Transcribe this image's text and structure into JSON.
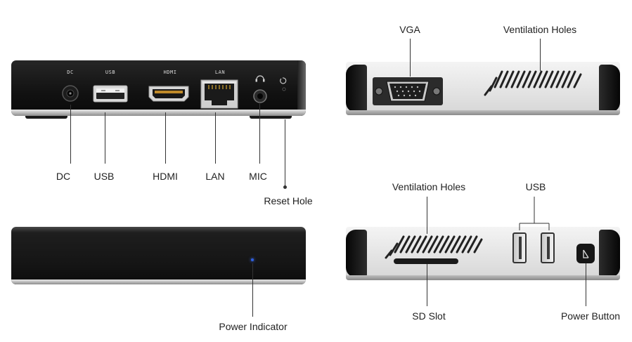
{
  "labels": {
    "dc": "DC",
    "usb": "USB",
    "hdmi": "HDMI",
    "lan": "LAN",
    "mic": "MIC",
    "reset": "Reset Hole",
    "power_indicator": "Power Indicator",
    "vga": "VGA",
    "vent_top": "Ventilation Holes",
    "vent_bottom": "Ventilation Holes",
    "usb_side": "USB",
    "sd_slot": "SD Slot",
    "power_button": "Power Button"
  },
  "port_markings": {
    "dc": "DC",
    "usb": "USB",
    "hdmi": "HDMI",
    "lan": "LAN"
  },
  "colors": {
    "indicator": "#2f5fe0",
    "body_black": "#111111",
    "body_silver": "#e2e2e2"
  }
}
